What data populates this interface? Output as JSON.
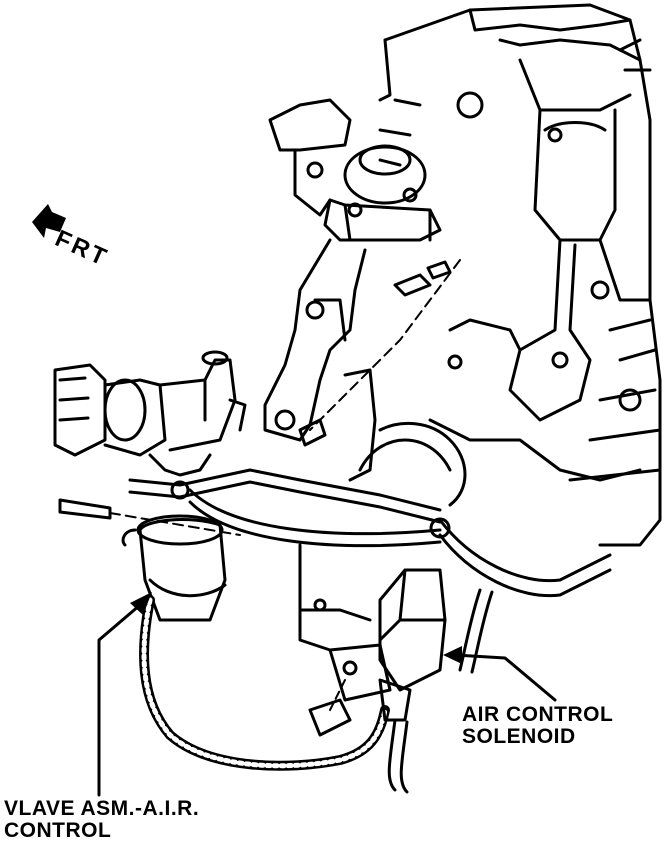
{
  "direction_indicator": {
    "text": "FRT"
  },
  "callouts": {
    "air_control_solenoid": {
      "line1": "AIR CONTROL",
      "line2": "SOLENOID"
    },
    "valve_asm": {
      "line1": "VLAVE ASM.-A.I.R.",
      "line2": "CONTROL"
    }
  },
  "colors": {
    "ink": "#000000",
    "paper": "#ffffff"
  }
}
